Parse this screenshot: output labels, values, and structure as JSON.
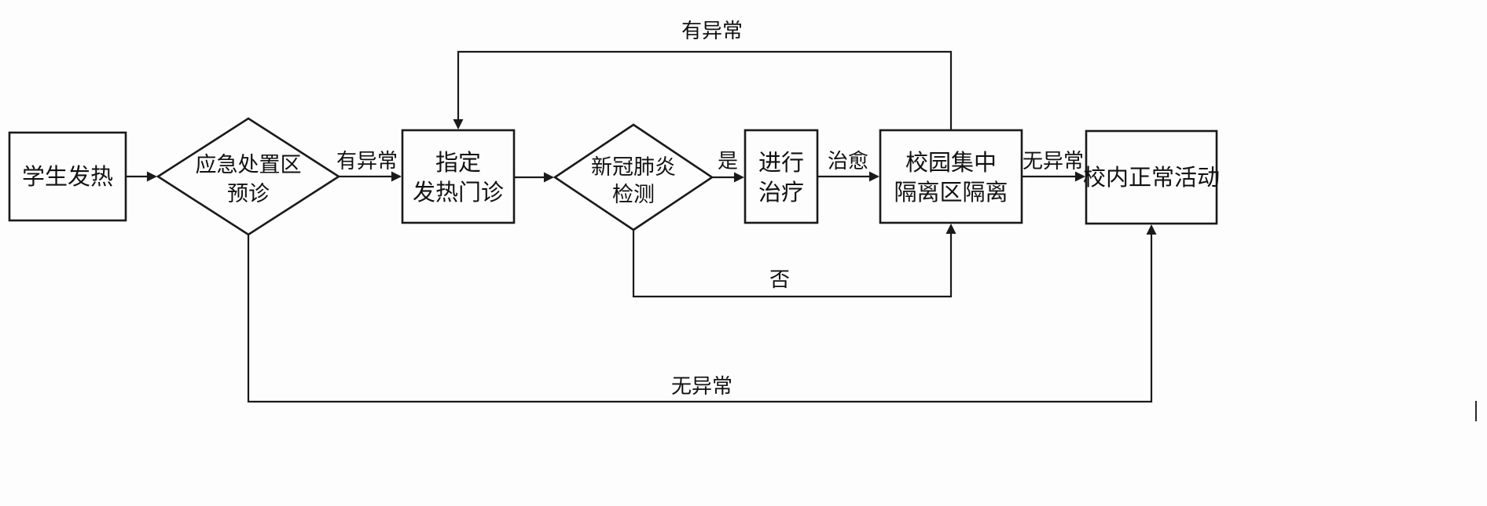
{
  "figure": {
    "background_color": "#fdfdfd",
    "line_color": "#1a1a1a",
    "nodes": {
      "student_fever": {
        "label": "学生发热"
      },
      "emergency_prediagnosis": {
        "line1": "应急处置区",
        "line2": "预诊"
      },
      "designated_fever_clinic": {
        "line1": "指定",
        "line2": "发热门诊"
      },
      "covid_test": {
        "line1": "新冠肺炎",
        "line2": "检测"
      },
      "treatment": {
        "line1": "进行",
        "line2": "治疗"
      },
      "campus_isolation": {
        "line1": "校园集中",
        "line2": "隔离区隔离"
      },
      "normal_campus_activity": {
        "label": "校内正常活动"
      }
    },
    "edges": {
      "prediagnosis_abnormal": "有异常",
      "isolation_abnormal_top": "有异常",
      "test_yes": "是",
      "treatment_cured": "治愈",
      "isolation_no_abnormal": "无异常",
      "test_no": "否",
      "prediagnosis_no_abnormal": "无异常"
    }
  }
}
